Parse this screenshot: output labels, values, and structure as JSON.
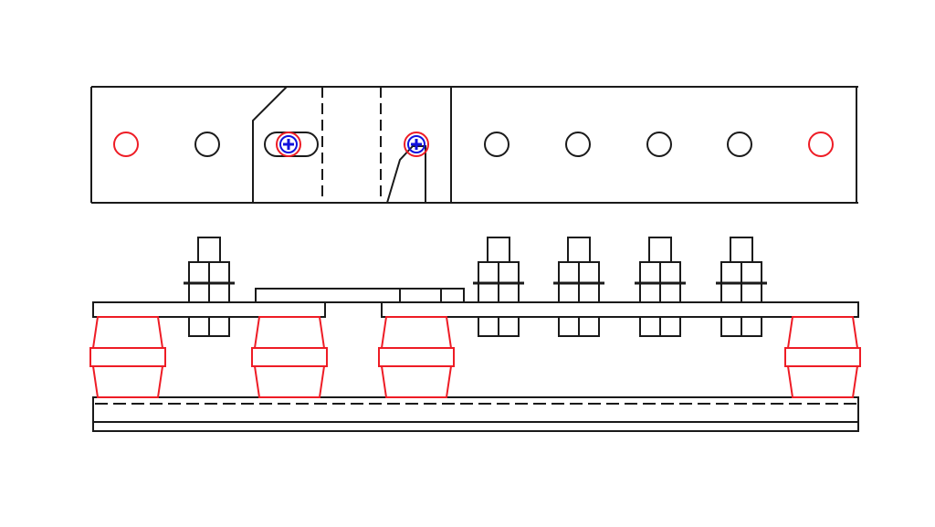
{
  "drawing": {
    "style": "technical-drawing",
    "views": [
      "top-view",
      "side-view"
    ],
    "colors": {
      "background": "#ffffff",
      "line": "#1a1a1a",
      "highlight": "#ee1c25",
      "marker": "#1111dd"
    },
    "top_view": {
      "holes": [
        {
          "kind": "end-hole",
          "color": "red"
        },
        {
          "kind": "hole",
          "color": "black"
        },
        {
          "kind": "slot-with-marker",
          "color": "red"
        },
        {
          "kind": "hole-with-marker",
          "color": "red"
        },
        {
          "kind": "hole",
          "color": "black"
        },
        {
          "kind": "hole",
          "color": "black"
        },
        {
          "kind": "hole",
          "color": "black"
        },
        {
          "kind": "hole",
          "color": "black"
        },
        {
          "kind": "end-hole",
          "color": "red"
        }
      ]
    },
    "side_view": {
      "bolt_count": 5,
      "insulator_count": 4
    }
  }
}
